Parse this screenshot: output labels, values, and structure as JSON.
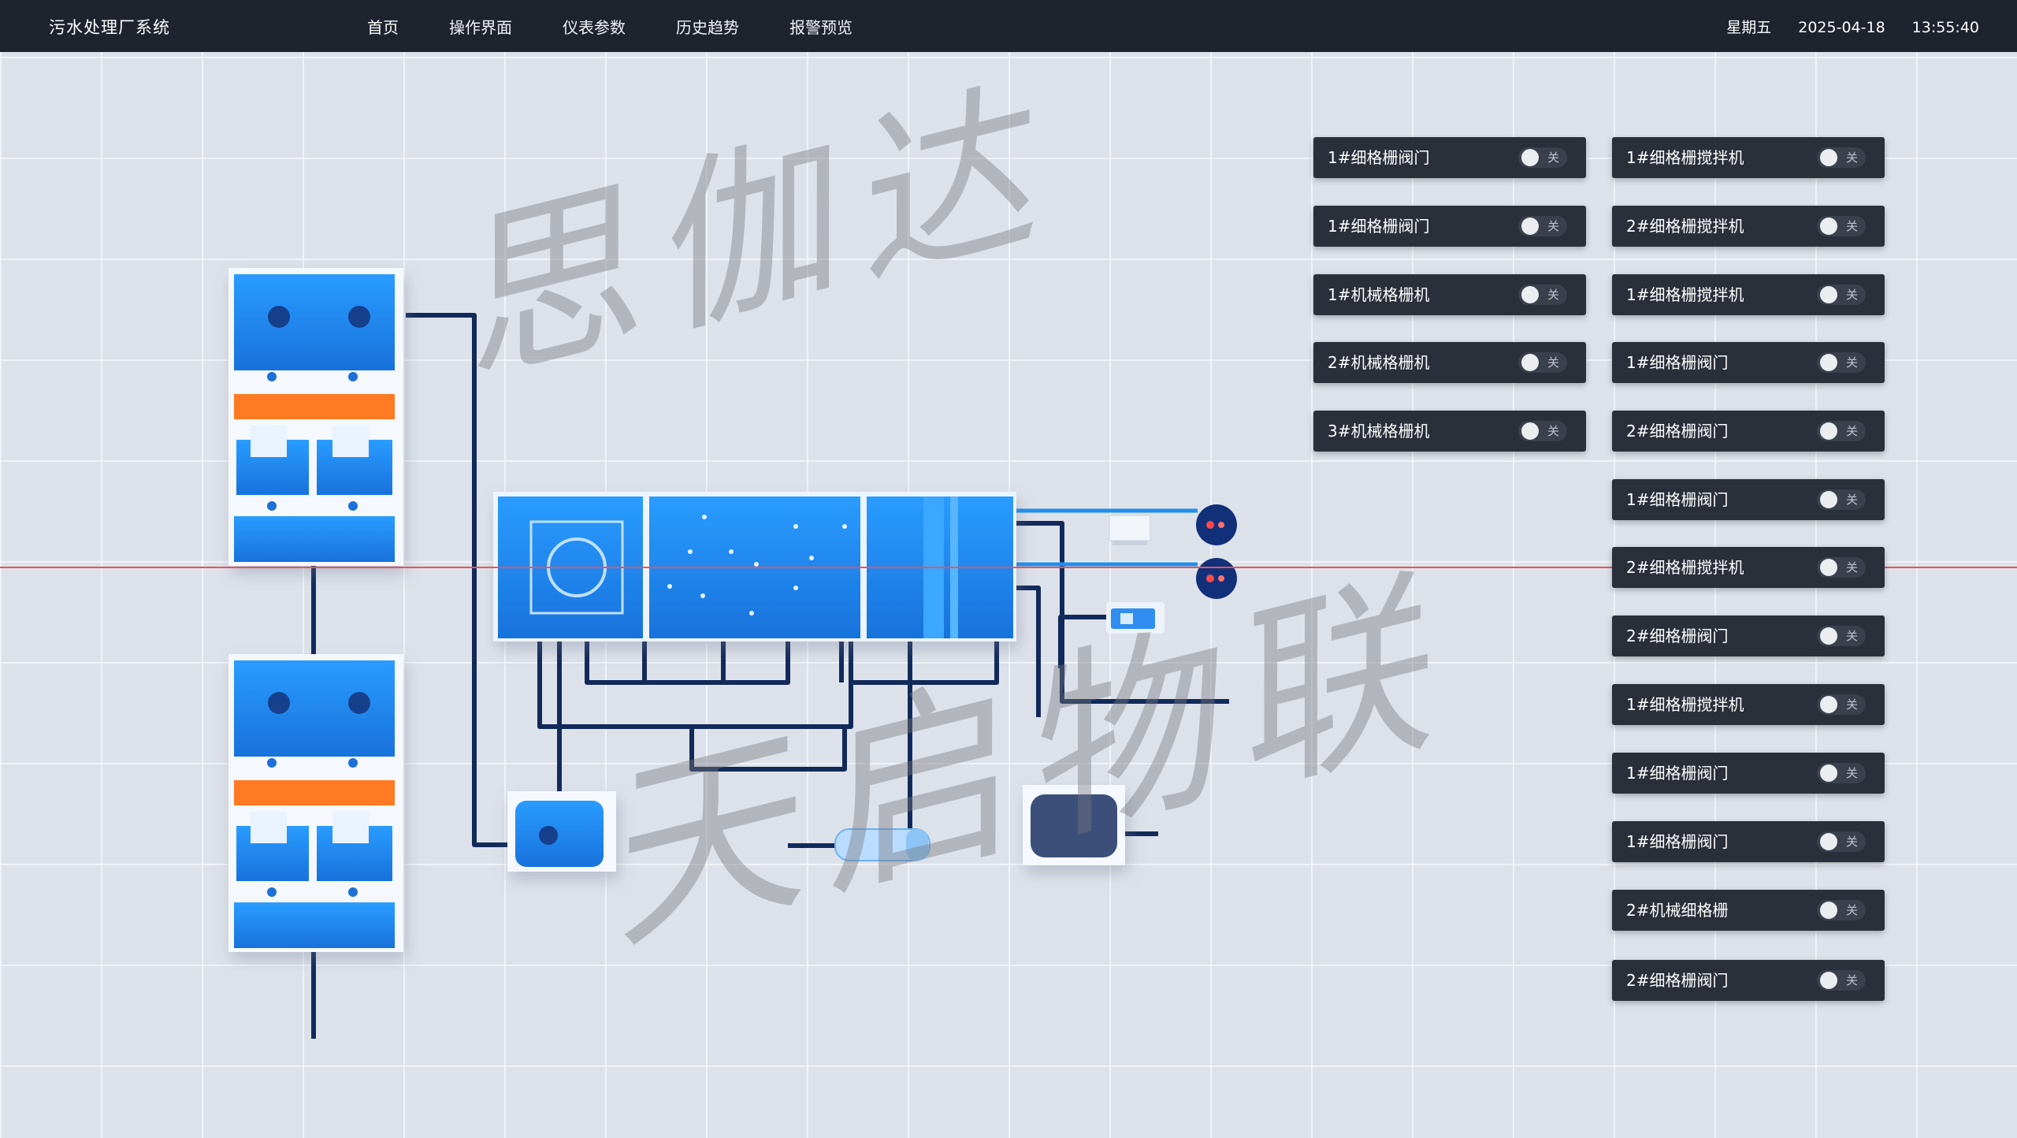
{
  "header": {
    "title": "污水处理厂系统",
    "nav": [
      "首页",
      "操作界面",
      "仪表参数",
      "历史趋势",
      "报警预览"
    ],
    "weekday": "星期五",
    "date": "2025-04-18",
    "time": "13:55:40"
  },
  "watermark": {
    "line1": "思伽达",
    "line2": "天启物联"
  },
  "toggles": {
    "left": [
      {
        "label": "1#细格栅阀门",
        "state": "关"
      },
      {
        "label": "1#细格栅阀门",
        "state": "关"
      },
      {
        "label": "1#机械格栅机",
        "state": "关"
      },
      {
        "label": "2#机械格栅机",
        "state": "关"
      },
      {
        "label": "3#机械格栅机",
        "state": "关"
      }
    ],
    "right": [
      {
        "label": "1#细格栅搅拌机",
        "state": "关"
      },
      {
        "label": "2#细格栅搅拌机",
        "state": "关"
      },
      {
        "label": "1#细格栅搅拌机",
        "state": "关"
      },
      {
        "label": "1#细格栅阀门",
        "state": "关"
      },
      {
        "label": "2#细格栅阀门",
        "state": "关"
      },
      {
        "label": "1#细格栅阀门",
        "state": "关"
      },
      {
        "label": "2#细格栅搅拌机",
        "state": "关"
      },
      {
        "label": "2#细格栅阀门",
        "state": "关"
      },
      {
        "label": "1#细格栅搅拌机",
        "state": "关"
      },
      {
        "label": "1#细格栅阀门",
        "state": "关"
      },
      {
        "label": "1#细格栅阀门",
        "state": "关"
      },
      {
        "label": "2#机械细格栅",
        "state": "关"
      },
      {
        "label": "2#细格栅阀门",
        "state": "关"
      }
    ]
  },
  "colors": {
    "header_bg": "#1f232e",
    "tank_blue": "#1e8ff0",
    "pipe": "#122a5a",
    "accent_orange": "#ff7a22",
    "card_bg": "#2b2f3a"
  }
}
